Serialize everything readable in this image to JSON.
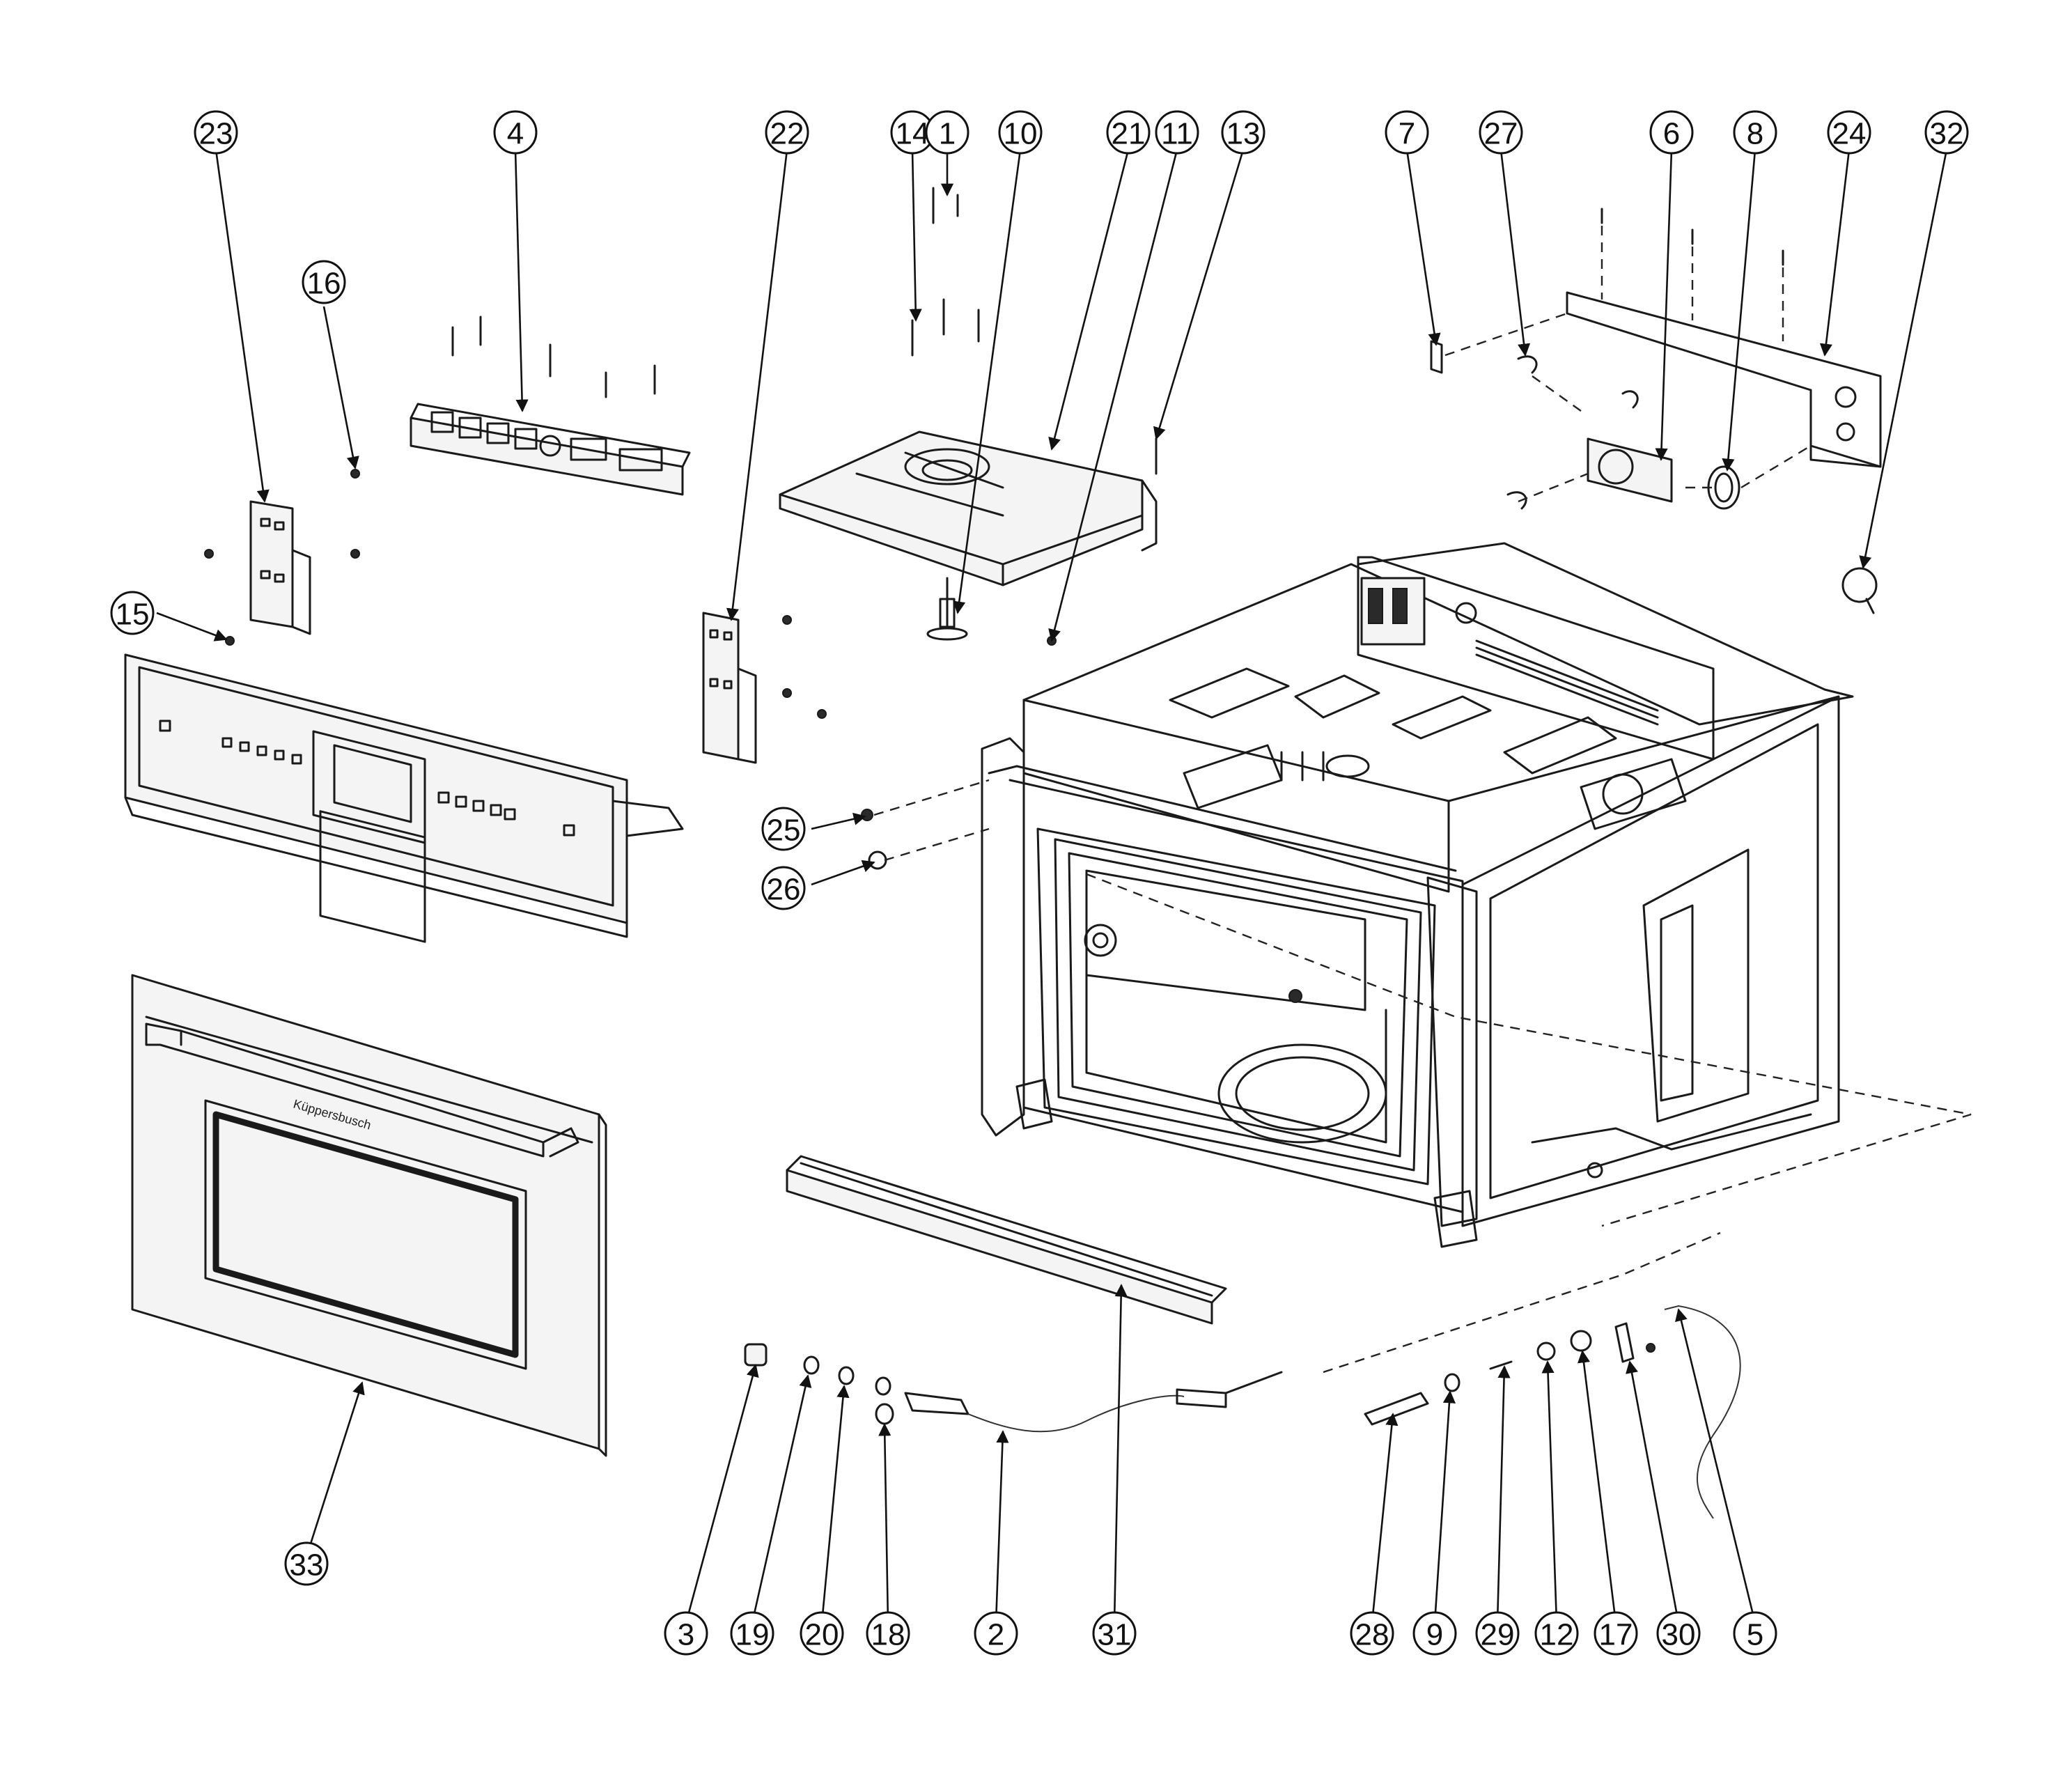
{
  "diagram": {
    "callouts": [
      "23",
      "4",
      "22",
      "14",
      "1",
      "10",
      "21",
      "11",
      "13",
      "7",
      "27",
      "6",
      "8",
      "24",
      "32",
      "16",
      "15",
      "25",
      "26",
      "33",
      "3",
      "19",
      "20",
      "18",
      "2",
      "31",
      "28",
      "9",
      "29",
      "12",
      "17",
      "30",
      "5"
    ]
  },
  "door": {
    "brand_text": "Küppersbusch"
  },
  "colors": {
    "line": "#1a1a1a",
    "background": "#ffffff",
    "panel_fill": "#f4f4f4"
  }
}
